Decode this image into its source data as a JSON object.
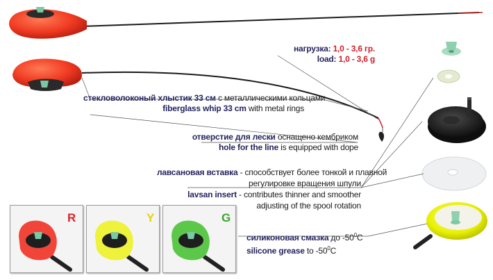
{
  "labels": {
    "load": {
      "ru_label": "нагрузка:",
      "ru_value": "1,0 - 3,6 гр.",
      "en_label": "load:",
      "en_value": "1,0 - 3,6 g"
    },
    "whip": {
      "ru_bold": "стекловолоконый хлыстик 33 см",
      "ru_rest": " с металлическими кольцами",
      "en_bold": "fiberglass whip 33 cm",
      "en_rest": " with metal rings"
    },
    "hole": {
      "ru_bold": "отверстие для лески",
      "ru_rest": " оснащено кембриком",
      "en_bold": "hole for the line",
      "en_rest": " is equipped with dope"
    },
    "lavsan": {
      "ru_bold": "лавсановая вставка",
      "ru_rest": " - способствует более тонкой и плавной",
      "ru_line2": "регулировке вращения шпули",
      "en_bold": "lavsan insert",
      "en_rest": " - contributes thinner and smoother",
      "en_line2": "adjusting of the spool rotation"
    },
    "grease": {
      "ru_bold": "силиконовая смазка",
      "ru_rest": " до -50",
      "en_bold": "silicone grease",
      "en_rest": " to -50",
      "degree": "0",
      "unit": "C"
    }
  },
  "variants": [
    {
      "letter": "R",
      "letter_color": "#d8262c",
      "body_color": "#f2453a"
    },
    {
      "letter": "Y",
      "letter_color": "#e6d400",
      "body_color": "#eef23a"
    },
    {
      "letter": "G",
      "letter_color": "#3aa52e",
      "body_color": "#5cc84a"
    }
  ],
  "colors": {
    "rod_red": "#f03a22",
    "rod_yellow": "#e8f000",
    "spool_black": "#1c1c1c",
    "label_bold": "#24245e",
    "label_value": "#d0202a"
  }
}
